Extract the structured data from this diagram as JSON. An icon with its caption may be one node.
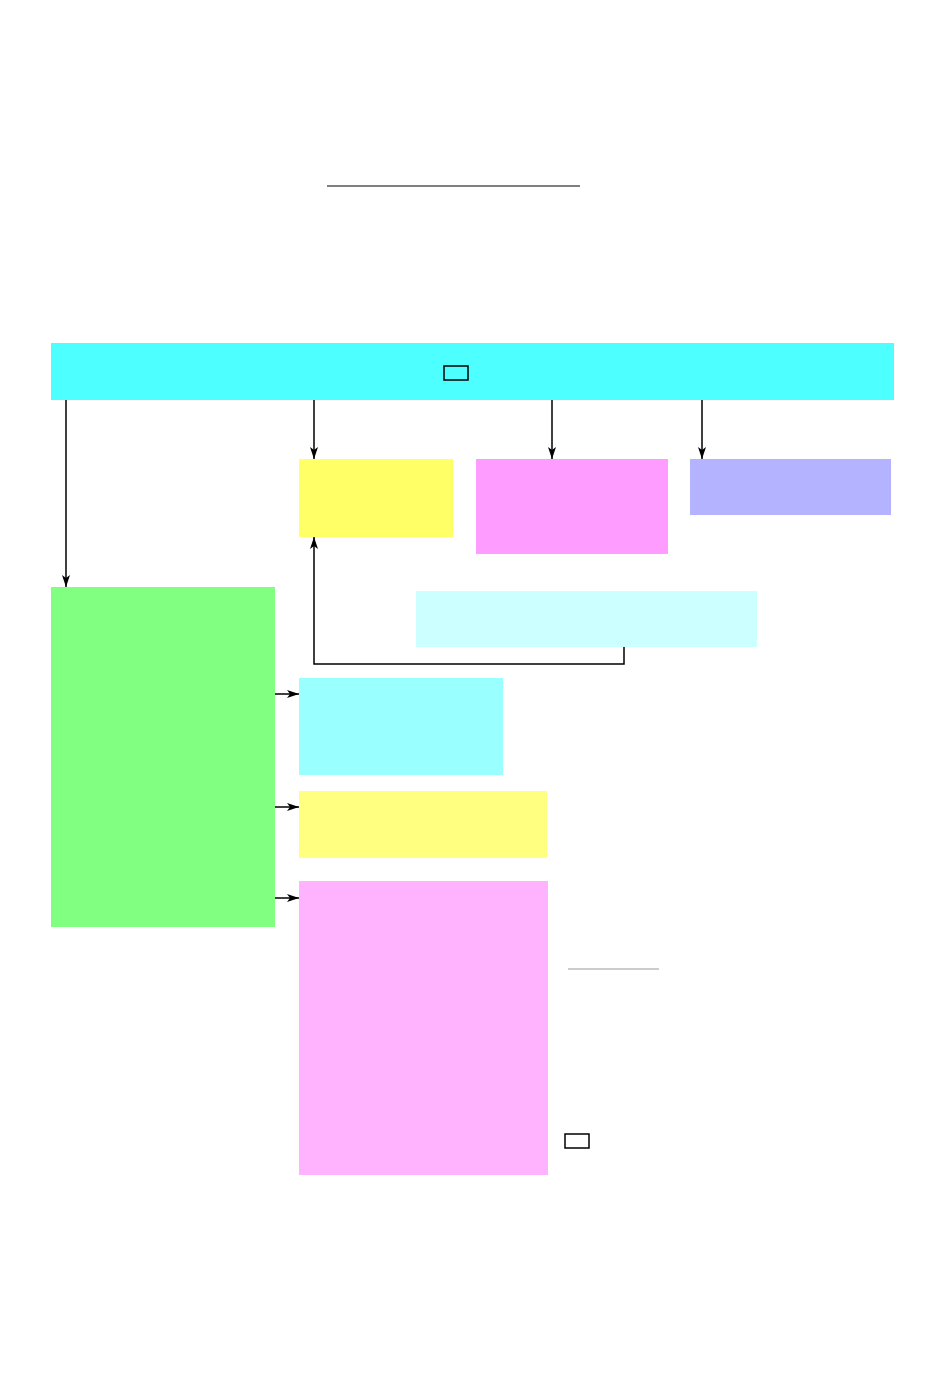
{
  "diagram": {
    "nodes": [
      {
        "text": [],
        "shape": "box"
      },
      {
        "text": [],
        "shape": "box"
      },
      {
        "text": [],
        "shape": "box"
      },
      {
        "text": [],
        "shape": "box"
      },
      {
        "text": [],
        "shape": "box"
      },
      {
        "text": [],
        "shape": "box"
      },
      {
        "text": [],
        "shape": "box"
      },
      {
        "text": [],
        "shape": "box"
      },
      {
        "text": [],
        "shape": "box"
      }
    ],
    "edges": [
      {
        "from": 0,
        "to": 5,
        "arrow": "to"
      },
      {
        "from": 0,
        "to": 1,
        "arrow": "to"
      },
      {
        "from": 0,
        "to": 2,
        "arrow": "to"
      },
      {
        "from": 0,
        "to": 3,
        "arrow": "to"
      },
      {
        "from": 4,
        "to": 1,
        "arrow": "to"
      },
      {
        "from": 5,
        "to": 6,
        "arrow": "to"
      },
      {
        "from": 5,
        "to": 7,
        "arrow": "to"
      },
      {
        "from": 5,
        "to": 8,
        "arrow": "to"
      }
    ]
  }
}
